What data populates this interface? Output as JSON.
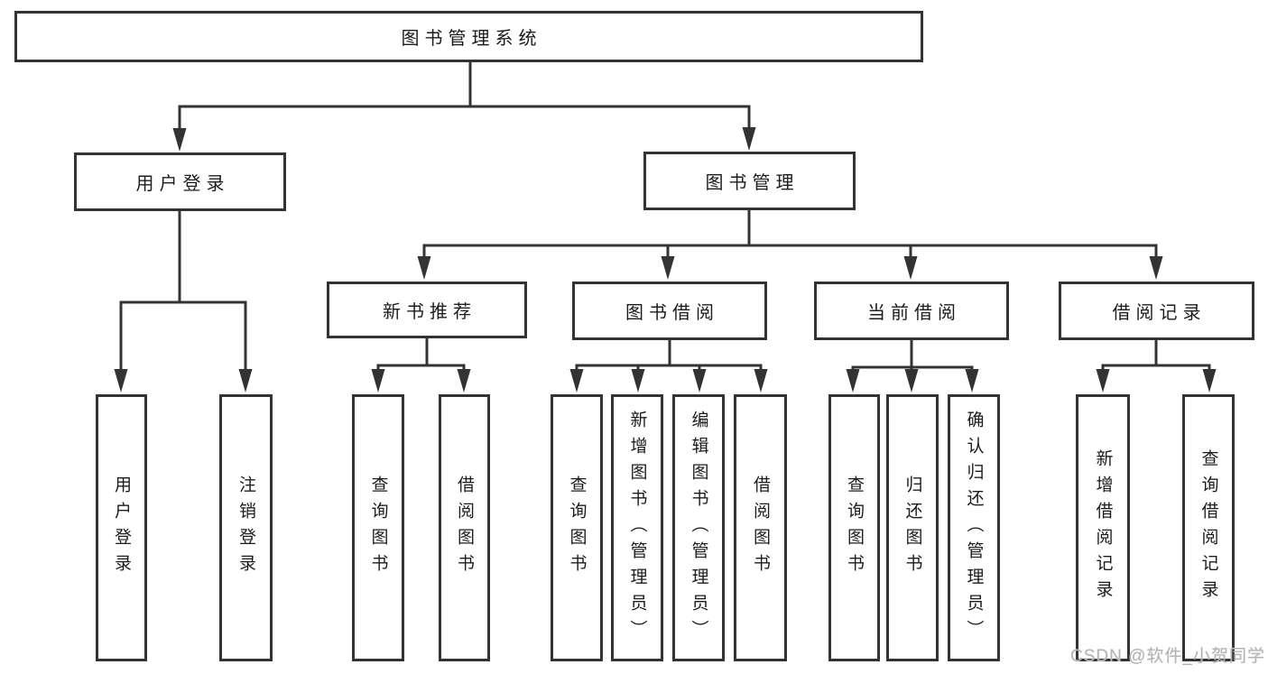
{
  "diagram": {
    "type": "hierarchy-tree",
    "orientation": "top-down"
  },
  "colors": {
    "background": "#ffffff",
    "stroke": "#333333",
    "node_fill": "#ffffff",
    "node_text": "#1c1c1c",
    "watermark_text": "#b5b3b3"
  },
  "tree": {
    "label": "图书管理系统",
    "children": [
      {
        "label": "用户登录",
        "children": [
          {
            "label": "用户登录"
          },
          {
            "label": "注销登录"
          }
        ]
      },
      {
        "label": "图书管理",
        "children": [
          {
            "label": "新书推荐",
            "children": [
              {
                "label": "查询图书"
              },
              {
                "label": "借阅图书"
              }
            ]
          },
          {
            "label": "图书借阅",
            "children": [
              {
                "label": "查询图书"
              },
              {
                "label": "新增图书（管理员）"
              },
              {
                "label": "编辑图书（管理员）"
              },
              {
                "label": "借阅图书"
              }
            ]
          },
          {
            "label": "当前借阅",
            "children": [
              {
                "label": "查询图书"
              },
              {
                "label": "归还图书"
              },
              {
                "label": "确认归还（管理员）"
              }
            ]
          },
          {
            "label": "借阅记录",
            "children": [
              {
                "label": "新增借阅记录"
              },
              {
                "label": "查询借阅记录"
              }
            ]
          }
        ]
      }
    ]
  },
  "watermark": {
    "text": "CSDN @软件_小贺同学"
  }
}
